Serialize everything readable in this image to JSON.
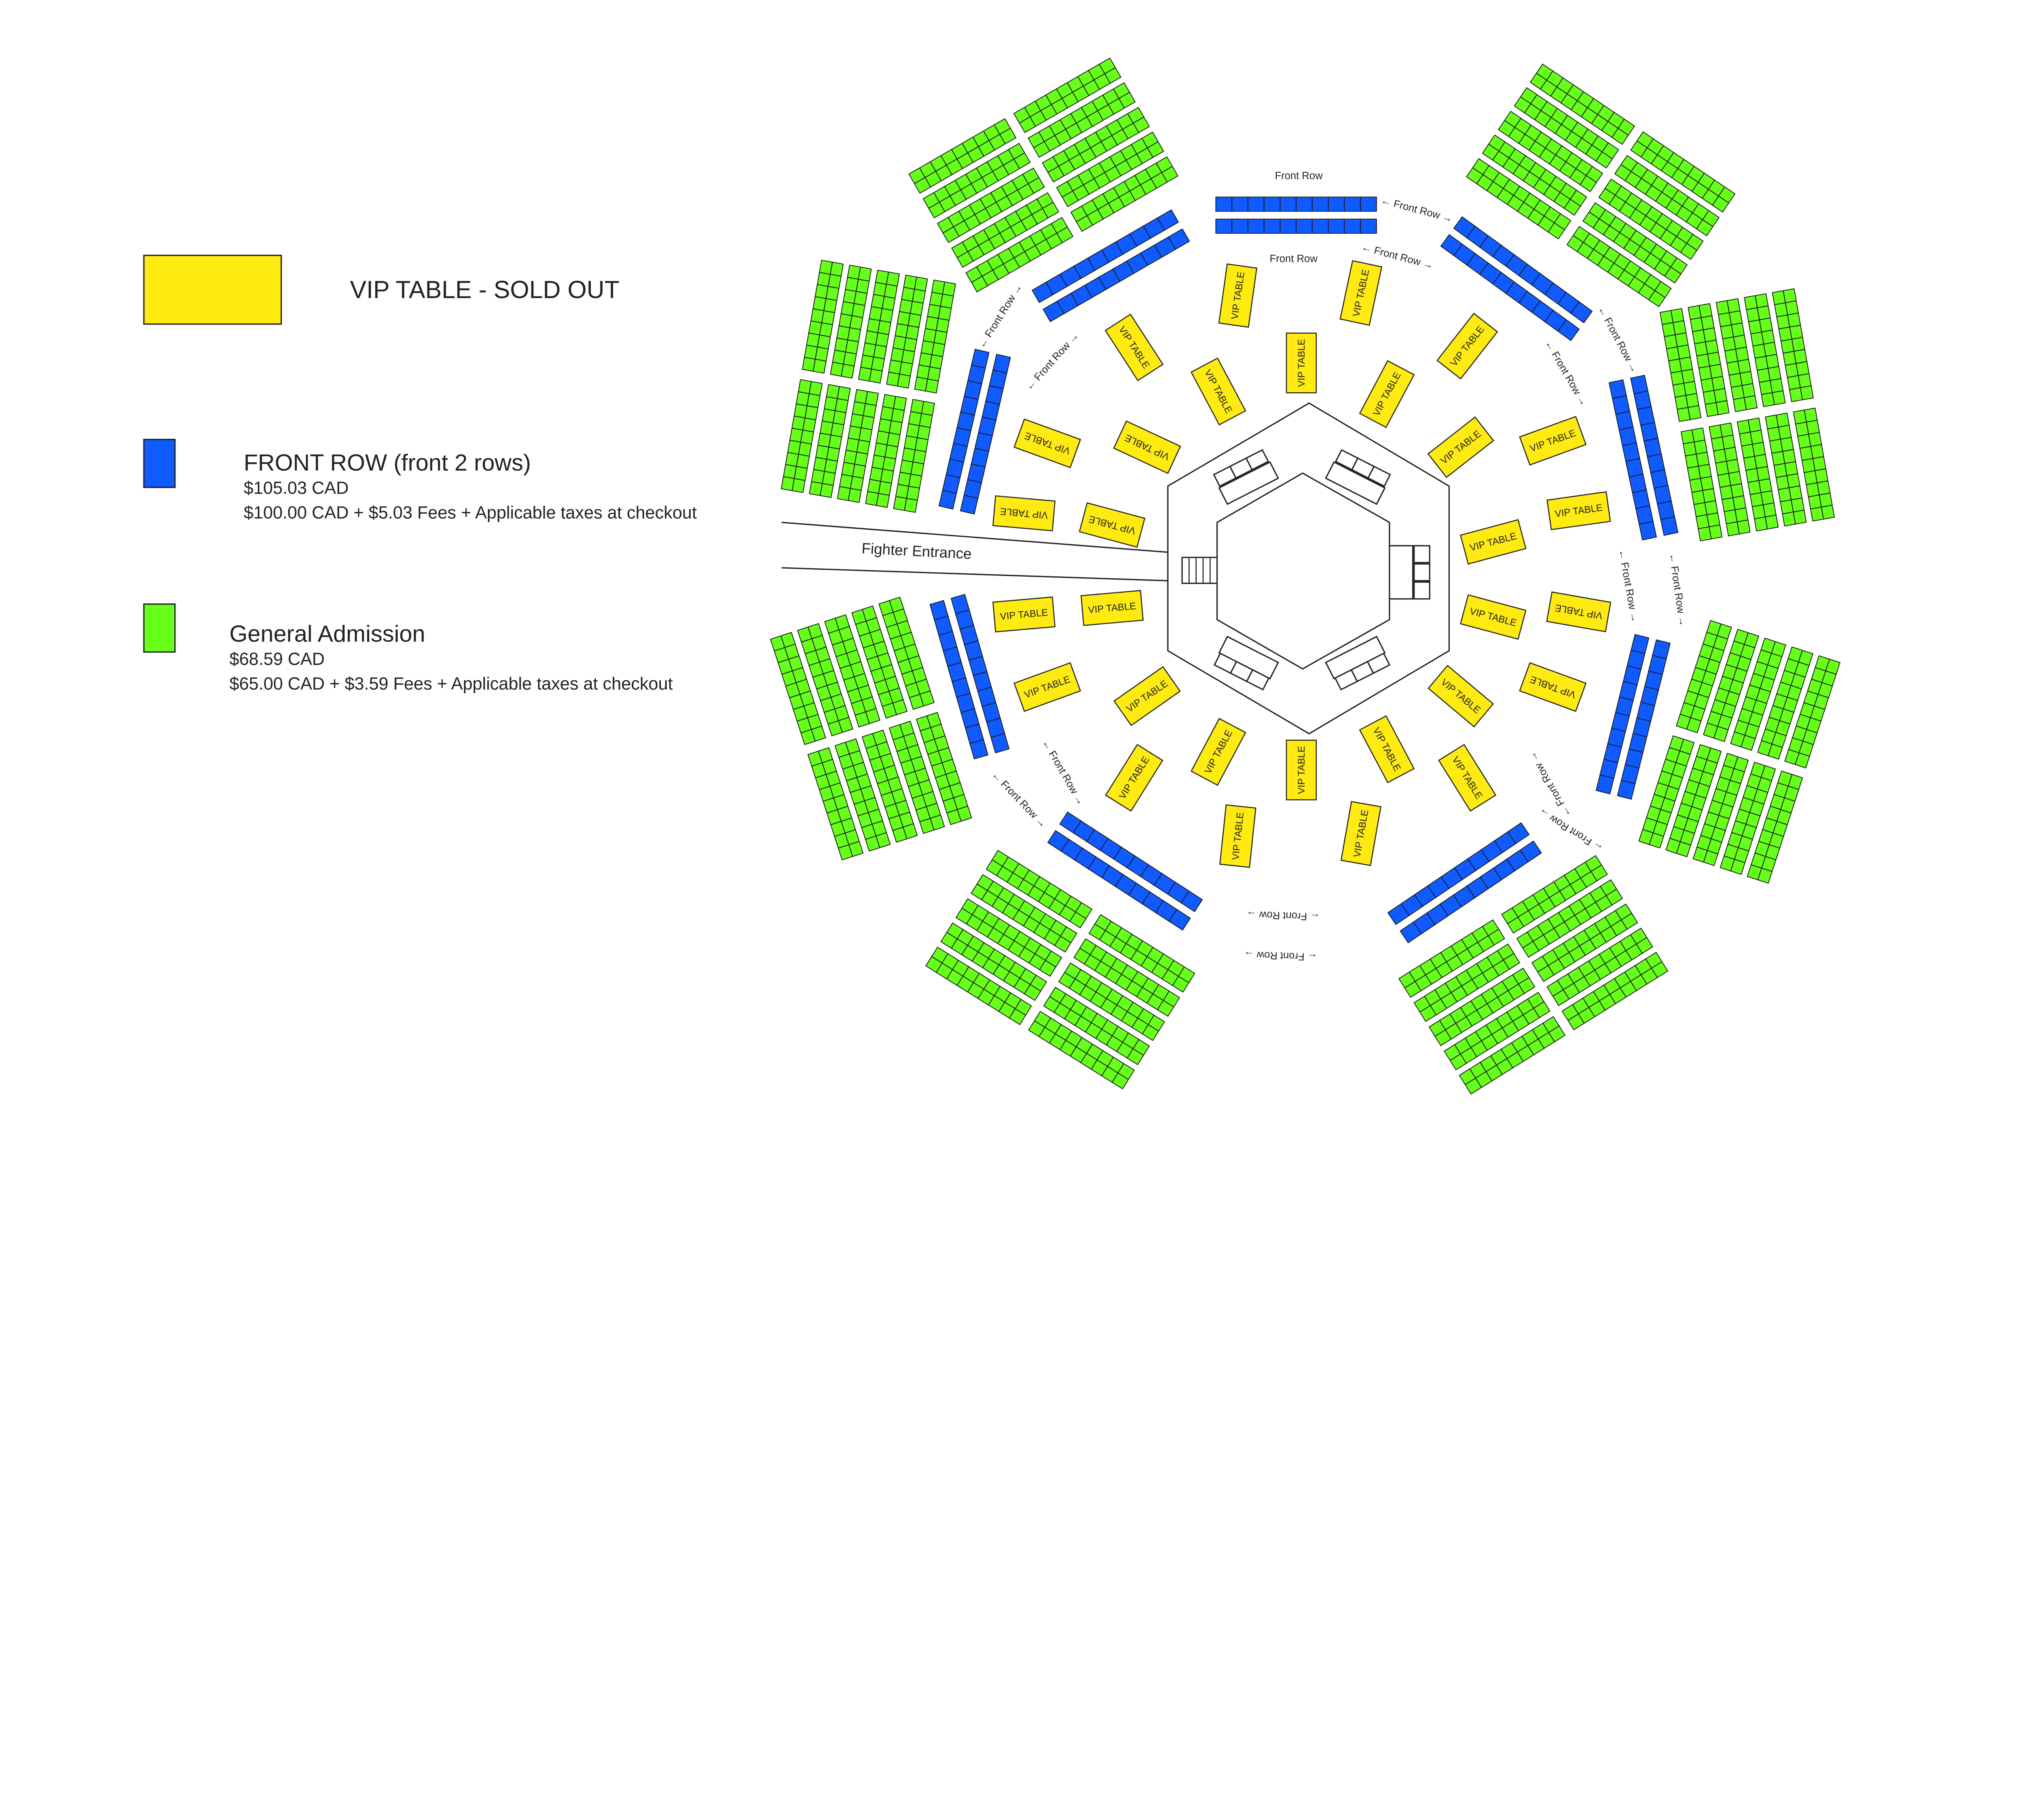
{
  "legend": {
    "vip": {
      "label": "VIP TABLE - SOLD OUT",
      "color": "#FFEA12"
    },
    "front_row": {
      "label": "FRONT ROW (front 2 rows)",
      "price": "$105.03 CAD",
      "breakdown": "$100.00 CAD + $5.03 Fees + Applicable taxes at checkout",
      "color": "#0F5BFF"
    },
    "general": {
      "label": "General Admission",
      "price": "$68.59 CAD",
      "breakdown": "$65.00 CAD + $3.59 Fees + Applicable taxes at checkout",
      "color": "#66FF1A"
    }
  },
  "map": {
    "vip_table_label": "VIP TABLE",
    "front_row_label": "Front Row",
    "fighter_entrance_label": "Fighter Entrance",
    "arrow_left": "←",
    "arrow_right": "→"
  }
}
